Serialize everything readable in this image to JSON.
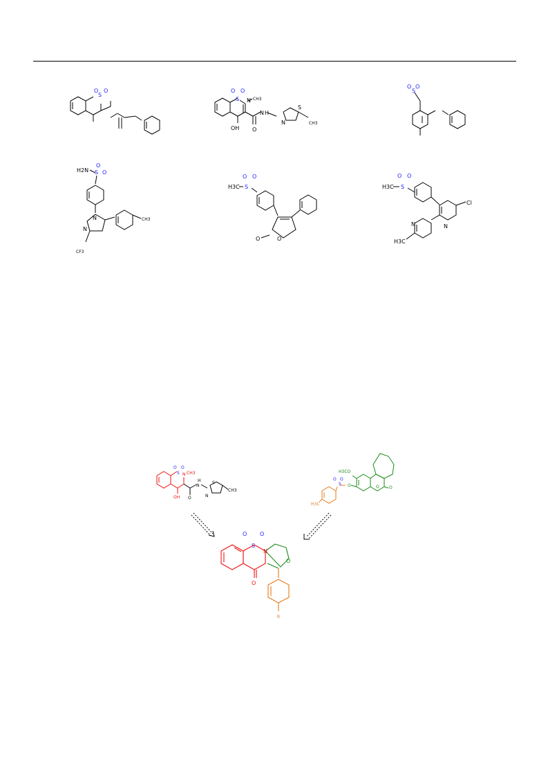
{
  "structures": {
    "s1": {
      "labels": [
        "S",
        "O",
        "O"
      ]
    },
    "s2": {
      "labels": [
        "S",
        "O",
        "O",
        "N",
        "CH3",
        "N",
        "H",
        "S",
        "N",
        "CH3",
        "OH",
        "O"
      ]
    },
    "s3": {
      "labels": [
        "S",
        "O",
        "O"
      ]
    },
    "s4": {
      "labels": [
        "H2N",
        "S",
        "O",
        "O",
        "N",
        "N",
        "CH3",
        "CF3"
      ]
    },
    "s5": {
      "labels": [
        "H3C",
        "S",
        "O",
        "O",
        "O",
        "O"
      ]
    },
    "s6": {
      "labels": [
        "H3C",
        "S",
        "O",
        "O",
        "Cl",
        "N",
        "N",
        "H3C"
      ]
    }
  },
  "scheme": {
    "left_precursor": {
      "labels": [
        "S",
        "O",
        "O",
        "N",
        "CH3",
        "OH",
        "O",
        "N",
        "H",
        "S",
        "N",
        "CH3"
      ]
    },
    "right_precursor": {
      "labels": [
        "H3CO",
        "S",
        "O",
        "O",
        "O",
        "O",
        "O",
        "H3C"
      ]
    },
    "product": {
      "labels": [
        "S",
        "O",
        "O",
        "N",
        "O",
        "O",
        "R"
      ]
    }
  },
  "colors": {
    "black": "#000000",
    "blue": "#1a1aff",
    "red": "#ee1111",
    "orange": "#e87a1a",
    "green": "#1a8a1a"
  }
}
